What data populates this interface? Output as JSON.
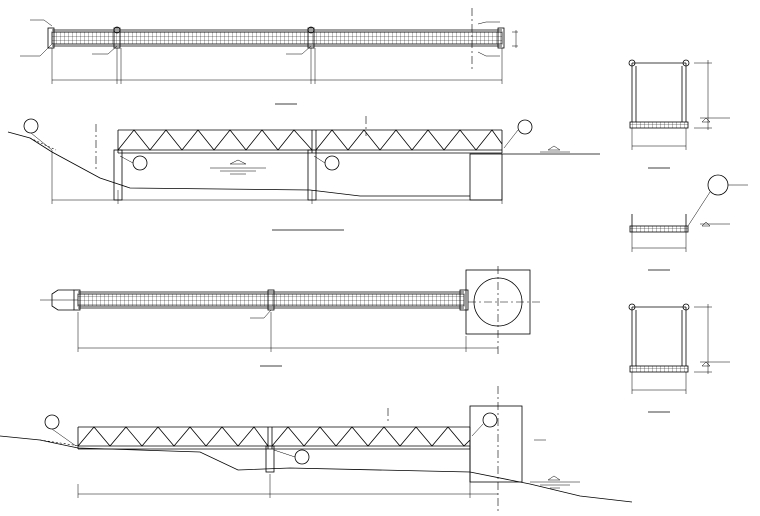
{
  "drawing": {
    "line_color": "#000000",
    "background": "#ffffff",
    "views": [
      "plan-view-top",
      "elevation-view-top",
      "plan-view-bottom",
      "elevation-view-bottom",
      "cross-section-1",
      "cross-section-2",
      "cross-section-3"
    ]
  }
}
